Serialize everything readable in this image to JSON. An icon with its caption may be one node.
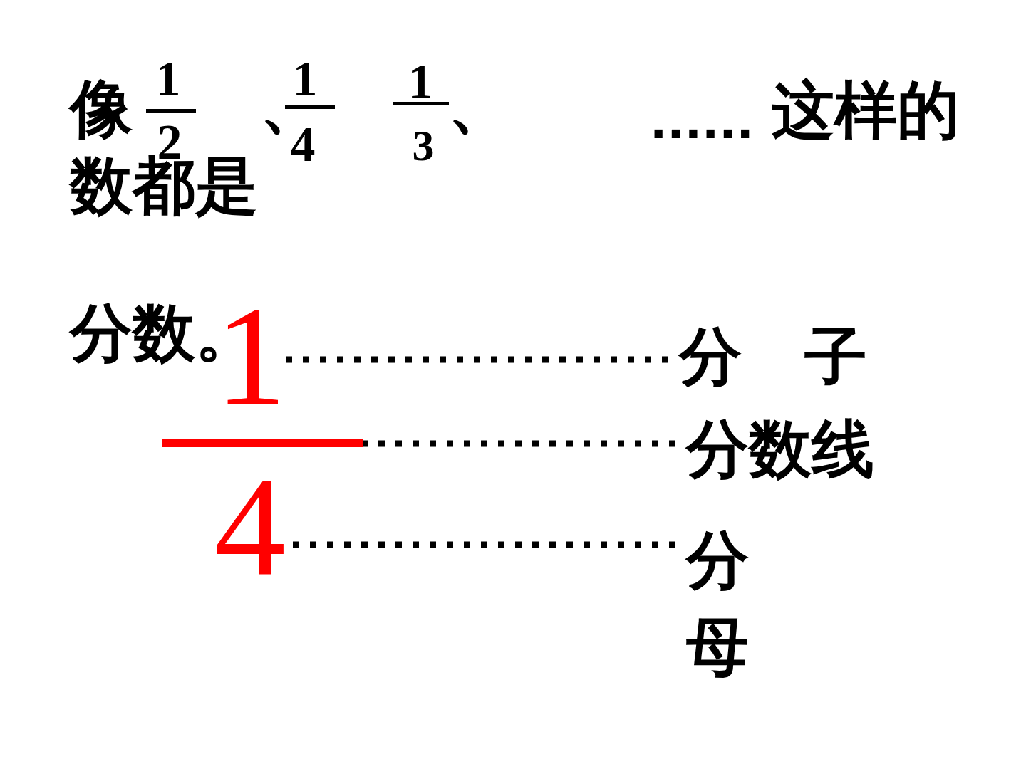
{
  "diagram": {
    "nodes": [
      {
        "text": [
          "1"
        ]
      },
      {
        "text": [],
        "shape": "bar"
      },
      {
        "text": [
          "4"
        ]
      },
      {
        "text": [
          "分　子"
        ]
      },
      {
        "text": [
          "分数线"
        ]
      },
      {
        "text": [
          "分母"
        ]
      }
    ],
    "edges": [
      {
        "from": 3,
        "to": 0,
        "arrow": "none",
        "style": "dashed"
      },
      {
        "from": 4,
        "to": 1,
        "arrow": "none",
        "style": "dashed"
      },
      {
        "from": 5,
        "to": 2,
        "arrow": "none",
        "style": "dashed"
      }
    ],
    "labels": [
      "像",
      "1",
      "2",
      "、",
      "1",
      "4",
      "1",
      "3",
      "、",
      "......",
      "这样的",
      "数都是",
      "分数。"
    ]
  }
}
